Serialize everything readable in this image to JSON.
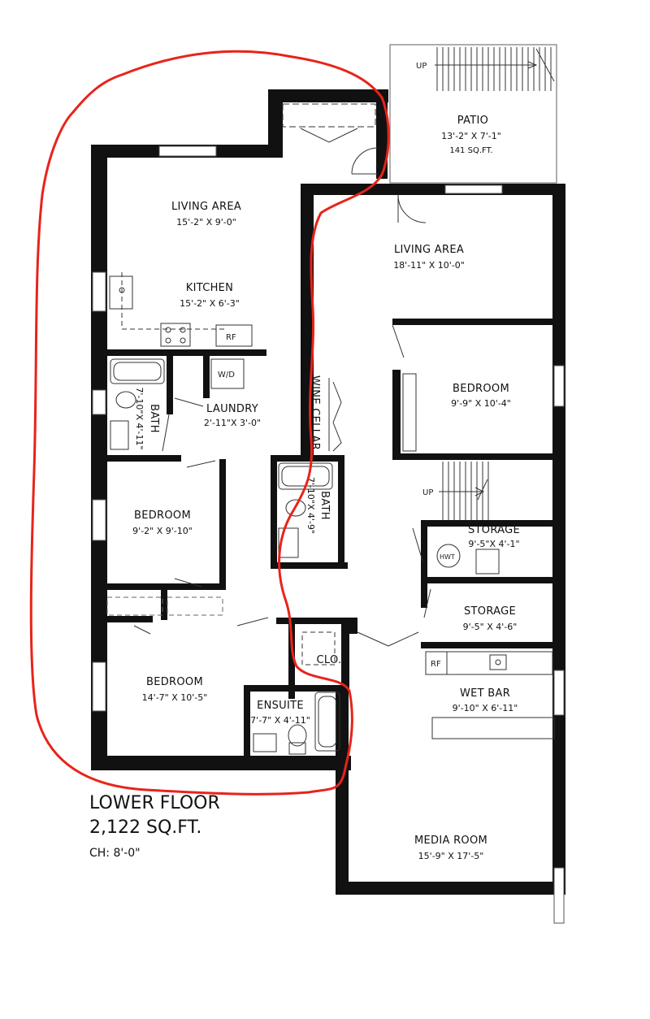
{
  "floor": {
    "name": "LOWER FLOOR",
    "area": "2,122 SQ.FT.",
    "ceiling": "CH: 8'-0\""
  },
  "rooms": {
    "patio": {
      "name": "PATIO",
      "dim": "13'-2\" X 7'-1\"",
      "area": "141 SQ.FT."
    },
    "living_left": {
      "name": "LIVING AREA",
      "dim": "15'-2\" X 9'-0\""
    },
    "kitchen": {
      "name": "KITCHEN",
      "dim": "15'-2\" X 6'-3\""
    },
    "bath_left": {
      "name": "BATH",
      "dim": "7'-10\"X 4'-11\""
    },
    "laundry": {
      "name": "LAUNDRY",
      "dim": "2'-11\"X 3'-0\""
    },
    "bedroom_left": {
      "name": "BEDROOM",
      "dim": "9'-2\" X 9'-10\""
    },
    "bedroom_bottom": {
      "name": "BEDROOM",
      "dim": "14'-7\" X 10'-5\""
    },
    "ensuite": {
      "name": "ENSUITE",
      "dim": "7'-7\" X 4'-11\""
    },
    "closet": {
      "name": "CLO."
    },
    "wine_cellar": {
      "name": "WINE CELLAR"
    },
    "bath_mid": {
      "name": "BATH",
      "dim": "7'-10\"X 4'-9\""
    },
    "living_right": {
      "name": "LIVING AREA",
      "dim": "18'-11\" X 10'-0\""
    },
    "bedroom_right": {
      "name": "BEDROOM",
      "dim": "9'-9\" X 10'-4\""
    },
    "storage_1": {
      "name": "STORAGE",
      "dim": "9'-5\"X 4'-1\""
    },
    "storage_2": {
      "name": "STORAGE",
      "dim": "9'-5\" X 4'-6\""
    },
    "wet_bar": {
      "name": "WET BAR",
      "dim": "9'-10\" X 6'-11\""
    },
    "media_room": {
      "name": "MEDIA ROOM",
      "dim": "15'-9\" X 17'-5\""
    }
  },
  "fixtures": {
    "washer_dryer": "W/D",
    "fridge": "RF",
    "water_heater": "HWT",
    "stairs_up": "UP"
  },
  "annotation": {
    "color": "#e8231a"
  }
}
